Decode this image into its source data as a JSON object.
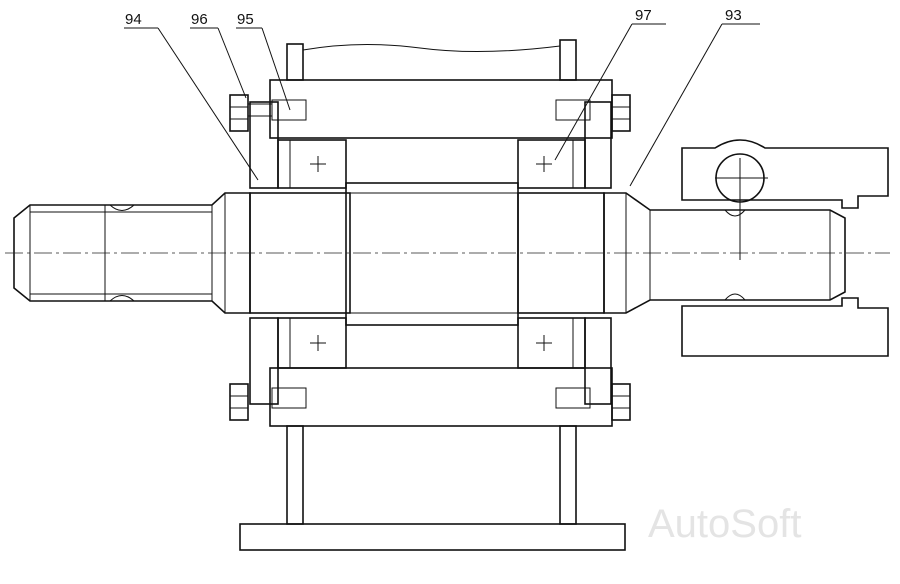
{
  "callouts": [
    {
      "id": "94",
      "label": "94"
    },
    {
      "id": "96",
      "label": "96"
    },
    {
      "id": "95",
      "label": "95"
    },
    {
      "id": "97",
      "label": "97"
    },
    {
      "id": "93",
      "label": "93"
    }
  ],
  "watermark": "AutoSoft",
  "colors": {
    "line": "#111111",
    "background": "#ffffff",
    "watermark": "#e4e4e4"
  }
}
